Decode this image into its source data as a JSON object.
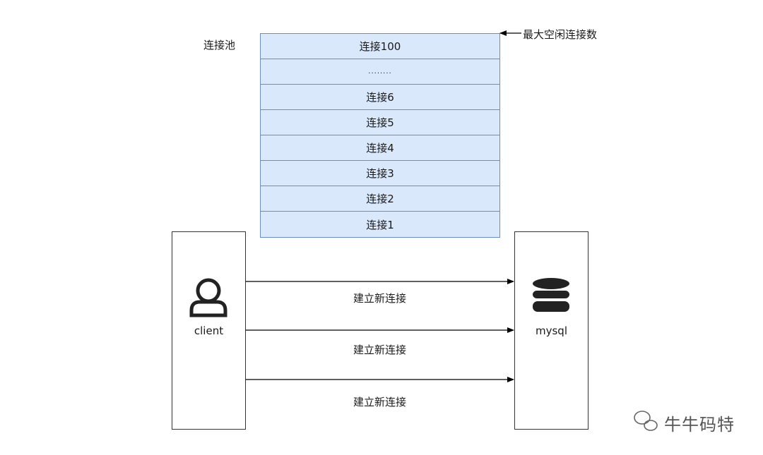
{
  "pool": {
    "label": "连接池",
    "max_idle_label": "最大空闲连接数",
    "connections": [
      "连接100",
      "........",
      "连接6",
      "连接5",
      "连接4",
      "连接3",
      "连接2",
      "连接1"
    ]
  },
  "client": {
    "label": "client",
    "icon": "user-icon"
  },
  "mysql": {
    "label": "mysql",
    "icon": "database-icon"
  },
  "arrows": [
    {
      "label": "建立新连接"
    },
    {
      "label": "建立新连接"
    },
    {
      "label": "建立新连接"
    }
  ],
  "watermark": "牛牛码特",
  "colors": {
    "pool_fill": "#dae8fc",
    "pool_stroke": "#6c8ebf",
    "line": "#000000"
  }
}
